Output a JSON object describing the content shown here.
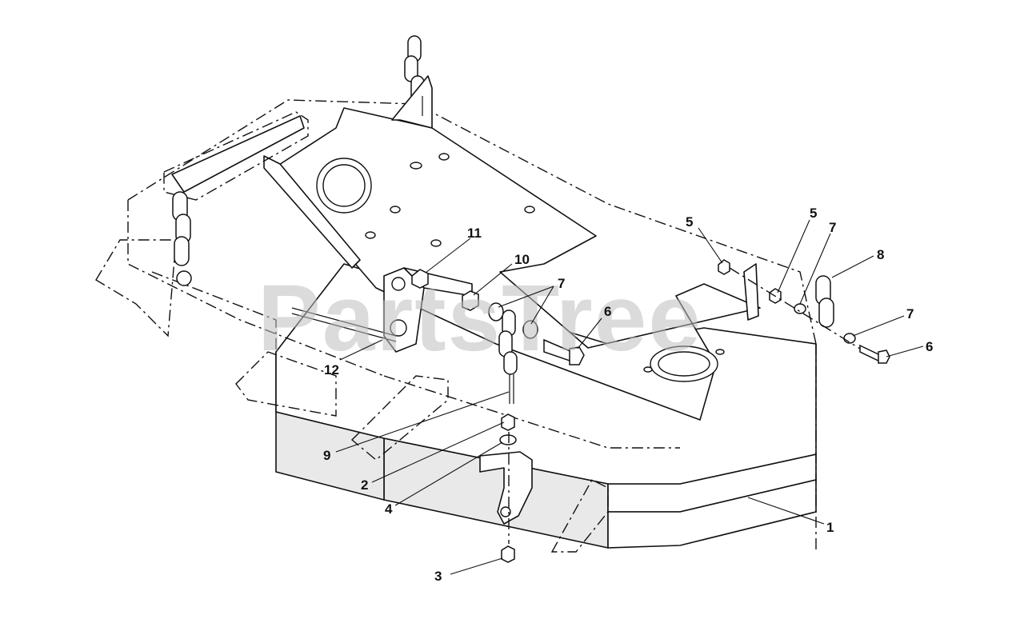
{
  "watermark": {
    "text": "PartsTree",
    "color": "#bdbdbd"
  },
  "callouts": [
    {
      "id": "c1",
      "label": "1"
    },
    {
      "id": "c2",
      "label": "2"
    },
    {
      "id": "c3",
      "label": "3"
    },
    {
      "id": "c4",
      "label": "4"
    },
    {
      "id": "c5a",
      "label": "5"
    },
    {
      "id": "c5b",
      "label": "5"
    },
    {
      "id": "c6a",
      "label": "6"
    },
    {
      "id": "c6b",
      "label": "6"
    },
    {
      "id": "c7a",
      "label": "7"
    },
    {
      "id": "c7b",
      "label": "7"
    },
    {
      "id": "c7c",
      "label": "7"
    },
    {
      "id": "c8",
      "label": "8"
    },
    {
      "id": "c9",
      "label": "9"
    },
    {
      "id": "c10",
      "label": "10"
    },
    {
      "id": "c11",
      "label": "11"
    },
    {
      "id": "c12",
      "label": "12"
    }
  ]
}
